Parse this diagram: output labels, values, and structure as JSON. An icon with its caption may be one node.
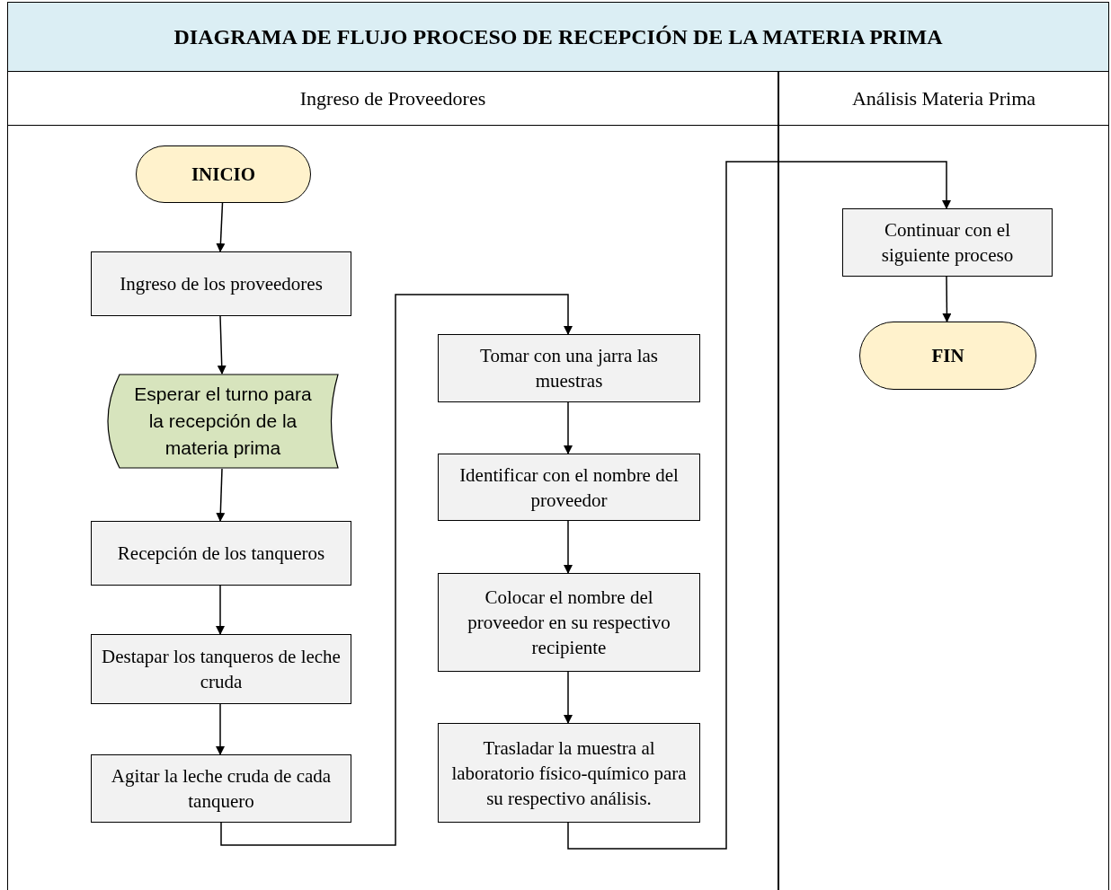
{
  "diagram": {
    "title": "DIAGRAMA DE FLUJO PROCESO DE RECEPCIÓN  DE LA MATERIA PRIMA",
    "nodes": [
      {
        "text": [
          "Ingreso de Proveedores"
        ]
      },
      {
        "text": [
          "INICIO"
        ],
        "in": 0
      },
      {
        "text": [
          "Ingreso de los proveedores"
        ],
        "in": 0
      },
      {
        "text": [
          "Esperar el turno para la recepción de la materia prima"
        ],
        "in": 0
      },
      {
        "text": [
          "Recepción de los tanqueros"
        ],
        "in": 0
      },
      {
        "text": [
          "Destapar los tanqueros de leche cruda"
        ],
        "in": 0
      },
      {
        "text": [
          "Agitar la leche cruda de cada tanquero"
        ],
        "in": 0
      },
      {
        "text": [
          "Tomar con una jarra las muestras"
        ],
        "in": 0
      },
      {
        "text": [
          "Identificar con el nombre del proveedor"
        ],
        "in": 0
      },
      {
        "text": [
          "Colocar el nombre del proveedor en su respectivo recipiente"
        ],
        "in": 0
      },
      {
        "text": [
          "Trasladar la muestra al laboratorio físico-químico para su respectivo análisis."
        ],
        "in": 0
      },
      {
        "text": [
          "Análisis Materia Prima"
        ]
      },
      {
        "text": [
          "Continuar con el siguiente proceso"
        ],
        "in": 11
      },
      {
        "text": [
          "FIN"
        ],
        "in": 11
      }
    ],
    "edges": [
      {
        "from": 1,
        "to": 2,
        "arrow": "to"
      },
      {
        "from": 2,
        "to": 3,
        "arrow": "to"
      },
      {
        "from": 3,
        "to": 4,
        "arrow": "to"
      },
      {
        "from": 4,
        "to": 5,
        "arrow": "to"
      },
      {
        "from": 5,
        "to": 6,
        "arrow": "to"
      },
      {
        "from": 6,
        "to": 7,
        "arrow": "to"
      },
      {
        "from": 7,
        "to": 8,
        "arrow": "to"
      },
      {
        "from": 8,
        "to": 9,
        "arrow": "to"
      },
      {
        "from": 9,
        "to": 10,
        "arrow": "to"
      },
      {
        "from": 10,
        "to": 12,
        "arrow": "to"
      },
      {
        "from": 12,
        "to": 13,
        "arrow": "to"
      }
    ]
  }
}
